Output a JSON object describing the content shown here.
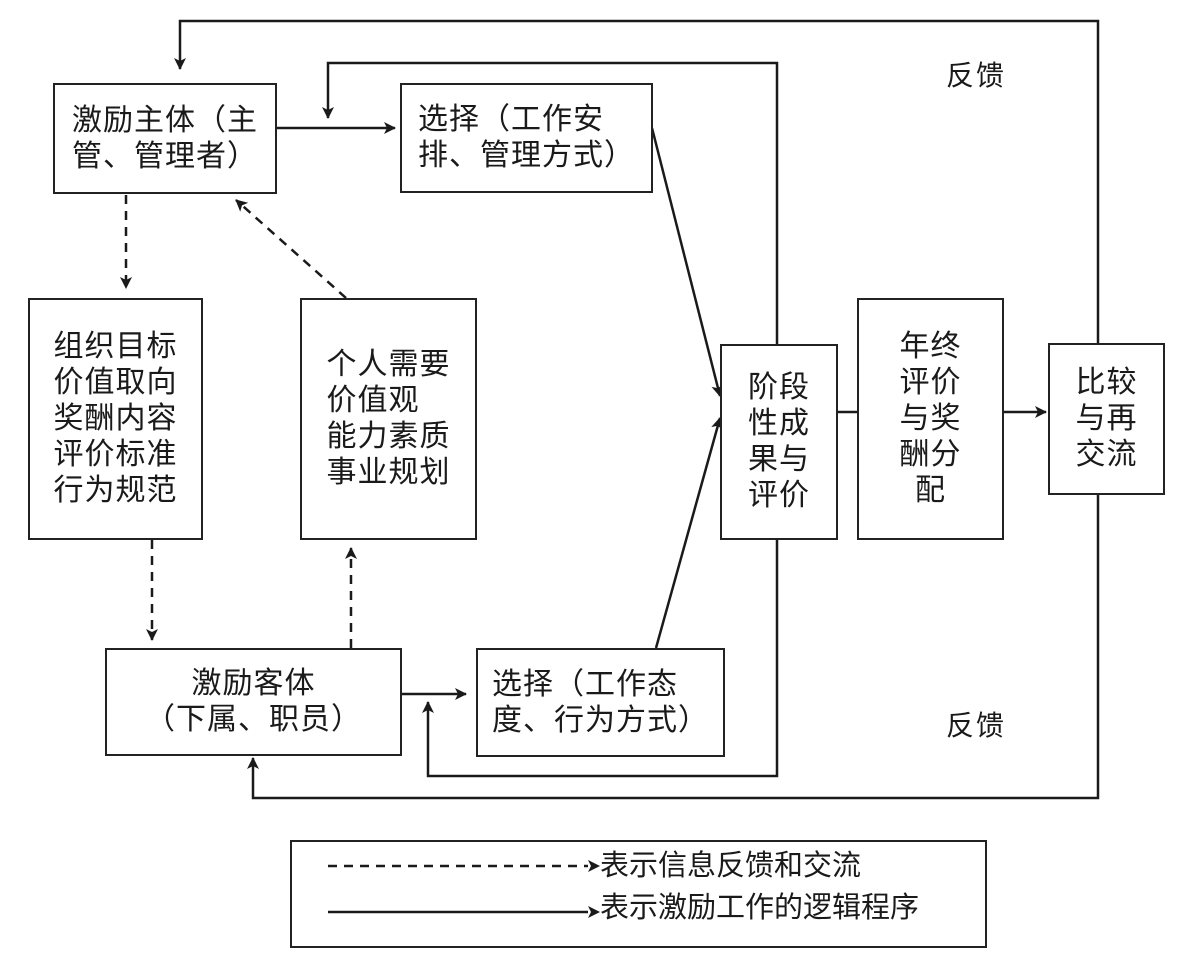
{
  "diagram": {
    "title": "",
    "nodes": {
      "subject": {
        "label": "激励主体（主\n管、管理者）"
      },
      "choice_top": {
        "label": "选择（工作安\n排、管理方式）"
      },
      "org_goals": {
        "label": "组织目标\n价值取向\n奖酬内容\n评价标准\n行为规范"
      },
      "personal_needs": {
        "label": "个人需要\n价值观\n能力素质\n事业规划"
      },
      "object": {
        "label": "激励客体\n（下属、职员）"
      },
      "choice_bottom": {
        "label": "选择（工作态\n度、行为方式）"
      },
      "stage_results": {
        "label": "阶段\n性成\n果与\n评价"
      },
      "year_end": {
        "label": "年终\n评价\n与奖\n酬分\n配"
      },
      "compare": {
        "label": "比较\n与再\n交流"
      }
    },
    "feedback_labels": {
      "top": "反馈",
      "bottom": "反馈"
    },
    "edges": [
      {
        "from": "subject",
        "to": "choice_top",
        "style": "solid"
      },
      {
        "from": "subject",
        "to": "org_goals",
        "style": "dashed"
      },
      {
        "from": "personal_needs",
        "to": "subject",
        "style": "dashed"
      },
      {
        "from": "org_goals",
        "to": "object",
        "style": "dashed"
      },
      {
        "from": "object",
        "to": "personal_needs",
        "style": "dashed"
      },
      {
        "from": "object",
        "to": "choice_bottom",
        "style": "solid"
      },
      {
        "from": "choice_top",
        "to": "stage_results",
        "style": "solid"
      },
      {
        "from": "choice_bottom",
        "to": "stage_results",
        "style": "solid"
      },
      {
        "from": "stage_results",
        "to": "year_end",
        "style": "solid"
      },
      {
        "from": "year_end",
        "to": "compare",
        "style": "solid"
      },
      {
        "from": "stage_results",
        "to": "subject-choice_top link",
        "style": "solid",
        "note": "反馈"
      },
      {
        "from": "stage_results",
        "to": "object-choice_bottom link",
        "style": "solid",
        "note": "反馈"
      },
      {
        "from": "compare",
        "to": "subject",
        "style": "solid",
        "note": "反馈"
      },
      {
        "from": "compare",
        "to": "object",
        "style": "solid",
        "note": "反馈"
      }
    ],
    "legend": {
      "dashed": "表示信息反馈和交流",
      "solid": "表示激励工作的逻辑程序"
    }
  }
}
